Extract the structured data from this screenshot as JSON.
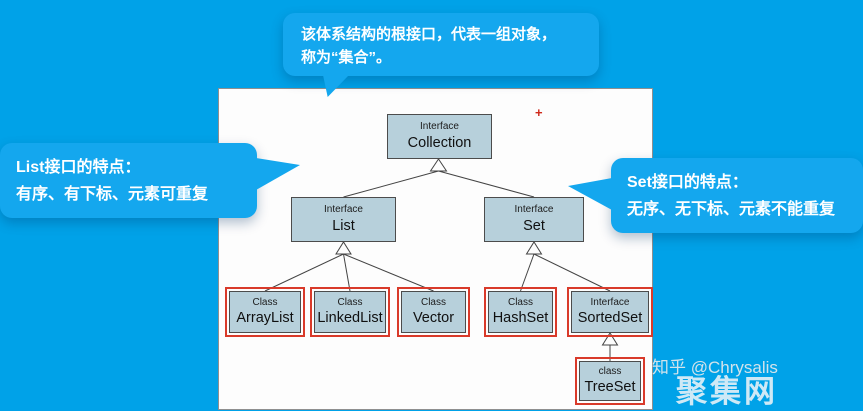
{
  "callouts": {
    "top": {
      "line1": "该体系结构的根接口，代表一组对象，",
      "line2": "称为“集合”。"
    },
    "left": {
      "line1": "List接口的特点：",
      "line2": "有序、有下标、元素可重复"
    },
    "right": {
      "line1": "Set接口的特点：",
      "line2": "无序、无下标、元素不能重复"
    }
  },
  "diagram": {
    "plus_marker": "+",
    "nodes": [
      {
        "stereotype": "Interface",
        "name": "Collection"
      },
      {
        "stereotype": "Interface",
        "name": "List"
      },
      {
        "stereotype": "Interface",
        "name": "Set"
      },
      {
        "stereotype": "Class",
        "name": "ArrayList"
      },
      {
        "stereotype": "Class",
        "name": "LinkedList"
      },
      {
        "stereotype": "Class",
        "name": "Vector"
      },
      {
        "stereotype": "Class",
        "name": "HashSet"
      },
      {
        "stereotype": "Interface",
        "name": "SortedSet"
      },
      {
        "stereotype": "class",
        "name": "TreeSet"
      }
    ]
  },
  "watermark": {
    "credit": "知乎 @Chrysalis",
    "site": "聚集网"
  },
  "colors": {
    "background": "#00a2e8",
    "bubble": "#14a7ee",
    "node_fill": "#b7d0db",
    "highlight_border": "#d93a2a",
    "connector": "#444444"
  }
}
